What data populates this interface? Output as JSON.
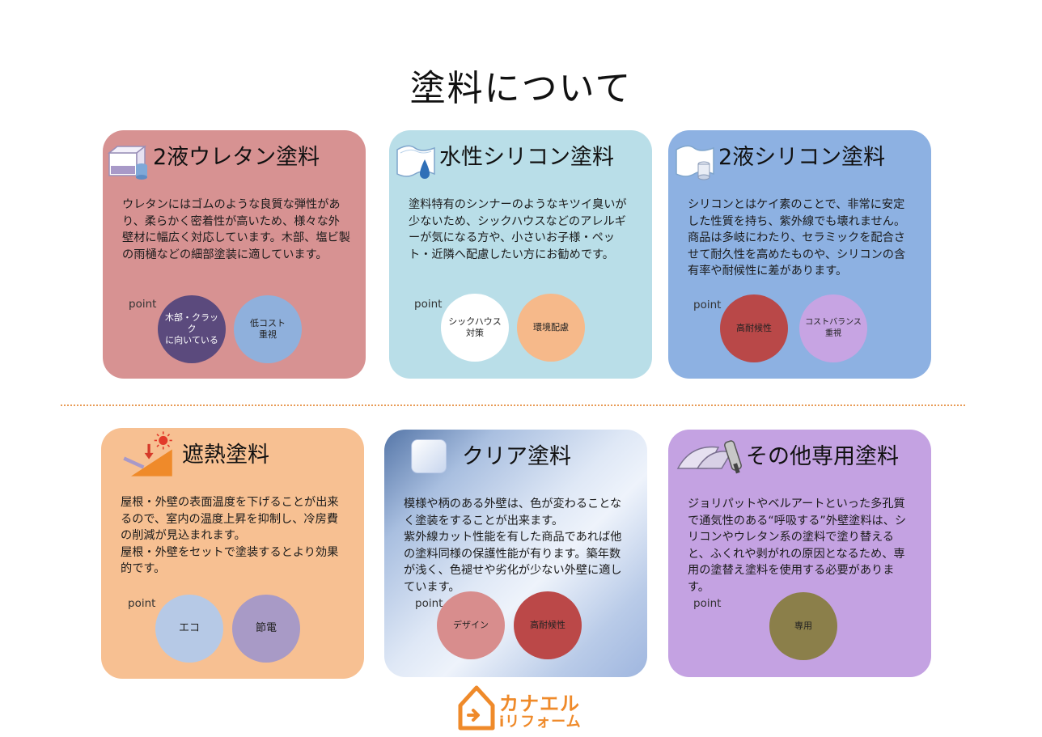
{
  "page": {
    "title": "塗料について"
  },
  "cards": [
    {
      "title": "2液ウレタン塗料",
      "body": "ウレタンにはゴムのような良質な弾性があり、柔らかく密着性が高いため、様々な外壁材に幅広く対応しています。木部、塩ビ製の雨樋などの細部塗装に適しています。",
      "icon": "paint-can-icon",
      "point_label": "point",
      "points": [
        {
          "label": "木部・クラック\nに向いている",
          "color": "#5b4a7d",
          "text_color": "#ffffff"
        },
        {
          "label": "低コスト\n重視",
          "color": "#8fb0dc",
          "text_color": "#222222"
        }
      ]
    },
    {
      "title": "水性シリコン塗料",
      "body": "塗料特有のシンナーのようなキツイ臭いが少ないため、シックハウスなどのアレルギーが気になる方や、小さいお子様・ペット・近隣へ配慮したい方にお勧めです。",
      "icon": "water-drop-icon",
      "point_label": "point",
      "points": [
        {
          "label": "シックハウス\n対策",
          "color": "#ffffff",
          "text_color": "#222222"
        },
        {
          "label": "環境配慮",
          "color": "#f6b98a",
          "text_color": "#222222"
        }
      ]
    },
    {
      "title": "2液シリコン塗料",
      "body": "シリコンとはケイ素のことで、非常に安定した性質を持ち、紫外線でも壊れません。商品は多岐にわたり、セラミックを配合させて耐久性を高めたものや、シリコンの含有率や耐候性に差があります。",
      "icon": "paint-can-icon",
      "point_label": "point",
      "points": [
        {
          "label": "高耐候性",
          "color": "#b94848",
          "text_color": "#222222"
        },
        {
          "label": "コストバランス\n重視",
          "color": "#c7a4e3",
          "text_color": "#333333"
        }
      ]
    },
    {
      "title": "遮熱塗料",
      "body": "屋根・外壁の表面温度を下げることが出来るので、室内の温度上昇を抑制し、冷房費の削減が見込まれます。\n屋根・外壁をセットで塗装するとより効果的です。",
      "icon": "sun-roof-icon",
      "point_label": "point",
      "points": [
        {
          "label": "エコ",
          "color": "#b6c9e6",
          "text_color": "#222222"
        },
        {
          "label": "節電",
          "color": "#a89ac6",
          "text_color": "#222222"
        }
      ]
    },
    {
      "title": "クリア塗料",
      "body": "模様や柄のある外壁は、色が変わることなく塗装をすることが出来ます。\n紫外線カット性能を有した商品であれば他の塗料同様の保護性能が有ります。築年数が浅く、色褪せや劣化が少ない外壁に適しています。",
      "icon": "clear-block-icon",
      "point_label": "point",
      "points": [
        {
          "label": "デザイン",
          "color": "#d88d8d",
          "text_color": "#222222"
        },
        {
          "label": "高耐候性",
          "color": "#bb4848",
          "text_color": "#222222"
        }
      ]
    },
    {
      "title": "その他専用塗料",
      "body": "ジョリパットやベルアートといった多孔質で通気性のある“呼吸する”外壁塗料は、シリコンやウレタン系の塗料で塗り替えると、ふくれや剥がれの原因となるため、専用の塗替え塗料を使用する必要があります。",
      "icon": "trowel-icon",
      "point_label": "point",
      "points": [
        {
          "label": "専用",
          "color": "#8b7f4a",
          "text_color": "#222222"
        }
      ]
    }
  ],
  "logo": {
    "line1": "カナエル",
    "line2": "iリフォーム",
    "color": "#ef8a2a"
  }
}
